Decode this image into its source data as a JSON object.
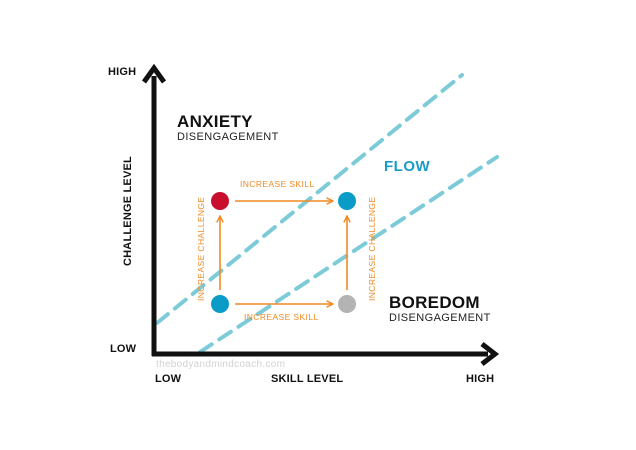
{
  "colors": {
    "axis": "#111111",
    "flow_line": "#7dcbd9",
    "arrow": "#f08a24",
    "dot_red": "#c8102e",
    "dot_blue": "#0a9cc7",
    "dot_gray": "#b3b3b3",
    "flow_text": "#1a9cc4"
  },
  "y_axis": {
    "label": "CHALLENGE LEVEL",
    "high": "HIGH",
    "low": "LOW"
  },
  "x_axis": {
    "label": "SKILL LEVEL",
    "low": "LOW",
    "high": "HIGH"
  },
  "zones": {
    "anxiety": {
      "title": "ANXIETY",
      "subtitle": "DISENGAGEMENT"
    },
    "flow": {
      "title": "FLOW"
    },
    "boredom": {
      "title": "BOREDOM",
      "subtitle": "DISENGAGEMENT"
    }
  },
  "arrows": {
    "top": "INCREASE SKILL",
    "bottom": "INCREASE SKILL",
    "left": "INCREASE CHALLENGE",
    "right": "INCREASE CHALLENGE"
  },
  "states": [
    {
      "name": "high-challenge-low-skill",
      "color": "red"
    },
    {
      "name": "high-challenge-high-skill",
      "color": "blue"
    },
    {
      "name": "low-challenge-low-skill",
      "color": "blue"
    },
    {
      "name": "low-challenge-high-skill",
      "color": "gray"
    }
  ],
  "watermark": "thebodyandmindcoach.com"
}
